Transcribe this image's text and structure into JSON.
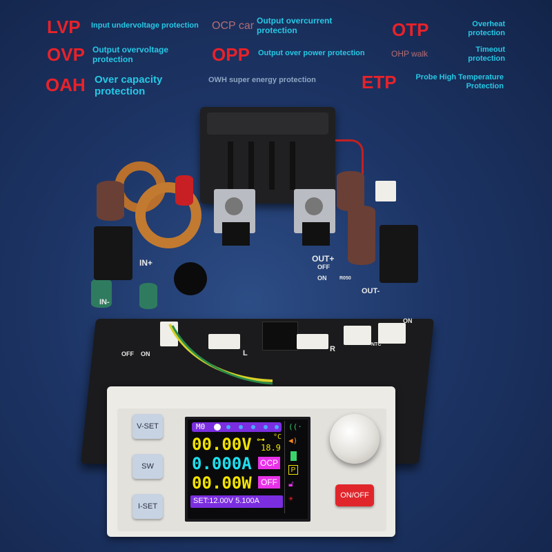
{
  "protections": [
    {
      "code": "LVP",
      "desc": "Input undervoltage protection"
    },
    {
      "code": "OCP car",
      "desc": "Output overcurrent protection"
    },
    {
      "code": "OTP",
      "desc": "Overheat protection"
    },
    {
      "code": "OVP",
      "desc": "Output overvoltage protection"
    },
    {
      "code": "OPP",
      "desc": "Output over power protection"
    },
    {
      "code": "OHP walk",
      "desc": "Timeout protection"
    },
    {
      "code": "OAH",
      "desc": "Over capacity protection"
    },
    {
      "code": "OWH super energy protection",
      "desc": ""
    },
    {
      "code": "ETP",
      "desc": "Probe High Temperature Protection"
    }
  ],
  "board": {
    "labels": [
      "IN+",
      "IN-",
      "OUT+",
      "OUT-",
      "OFF",
      "ON",
      "ON",
      "OFF",
      "ON",
      "NTC",
      "L",
      "R",
      "R050"
    ]
  },
  "device": {
    "buttons": {
      "vset": "V-SET",
      "sw": "SW",
      "iset": "I-SET",
      "onoff": "ON/OFF"
    },
    "screen": {
      "mode": "M0",
      "voltage": "00.00V",
      "current": "0.000A",
      "power": "00.00W",
      "temp": "18.9",
      "temp_unit": "°C",
      "ocp": "OCP",
      "off": "OFF",
      "p": "P",
      "set": "SET:12.00V 5.100A"
    }
  },
  "colors": {
    "red": "#e8222a",
    "cyan": "#27c8e6",
    "lcd_cyan": "#1ee0f0",
    "lcd_yellow": "#f2e300",
    "lcd_magenta": "#e832e8",
    "onoff": "#e1262b"
  }
}
